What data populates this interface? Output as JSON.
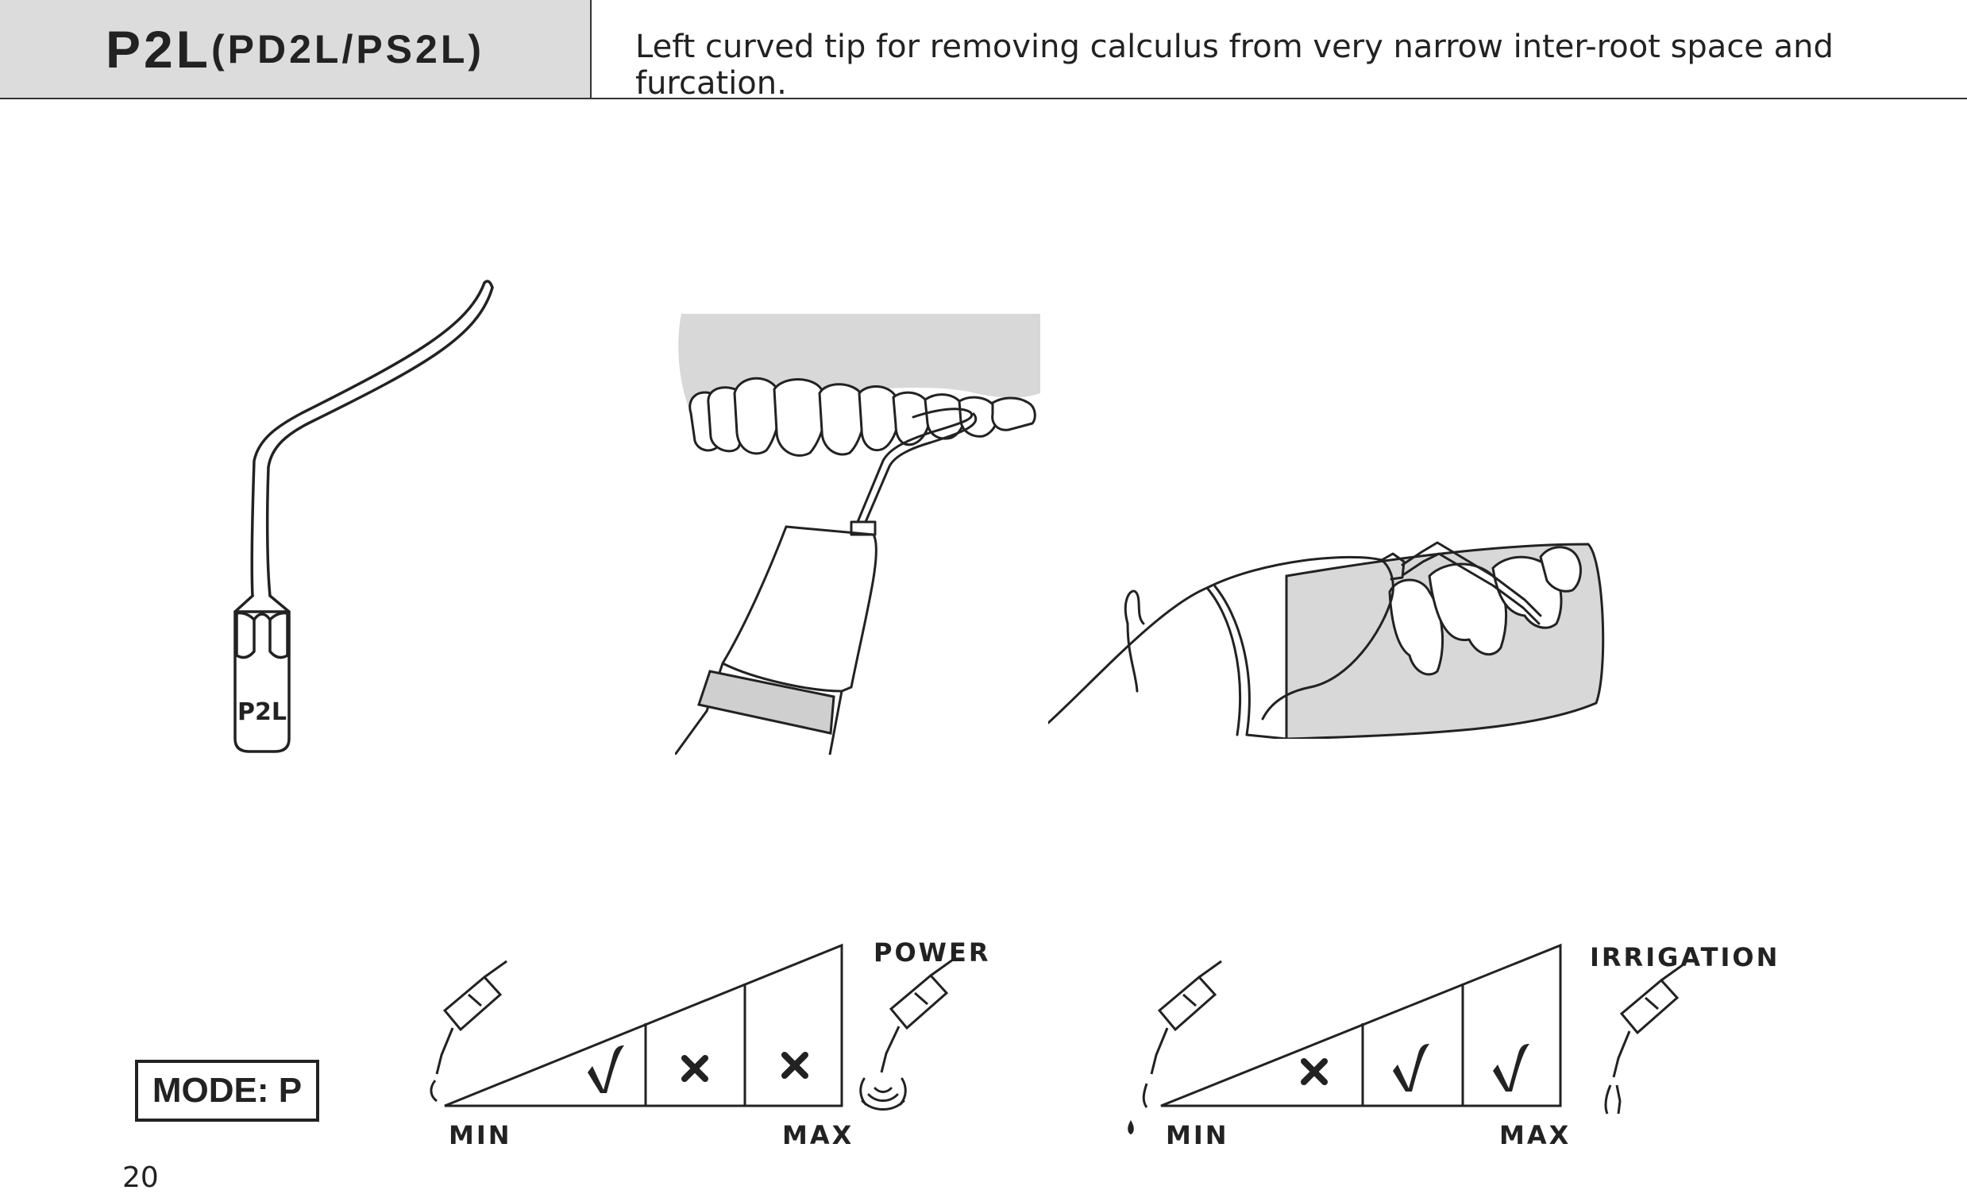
{
  "header": {
    "model": "P2L",
    "variants": "(PD2L/PS2L)",
    "description": "Left curved tip for removing calculus from very narrow inter-root space and furcation."
  },
  "tip_label": "P2L",
  "mode_label": "MODE: P",
  "page_number": "20",
  "power_scale": {
    "title": "POWER",
    "min_label": "MIN",
    "max_label": "MAX",
    "levels": [
      "check",
      "cross",
      "cross"
    ]
  },
  "irrigation_scale": {
    "title": "IRRIGATION",
    "min_label": "MIN",
    "max_label": "MAX",
    "levels": [
      "cross",
      "check",
      "check"
    ]
  },
  "icons": {
    "tip": "scaler-tip-icon",
    "front_view": "front-teeth-scaling-icon",
    "side_view": "molar-scaling-icon",
    "handpiece": "handpiece-icon",
    "vibration": "vibration-icon",
    "water_drop": "water-drop-icon"
  }
}
